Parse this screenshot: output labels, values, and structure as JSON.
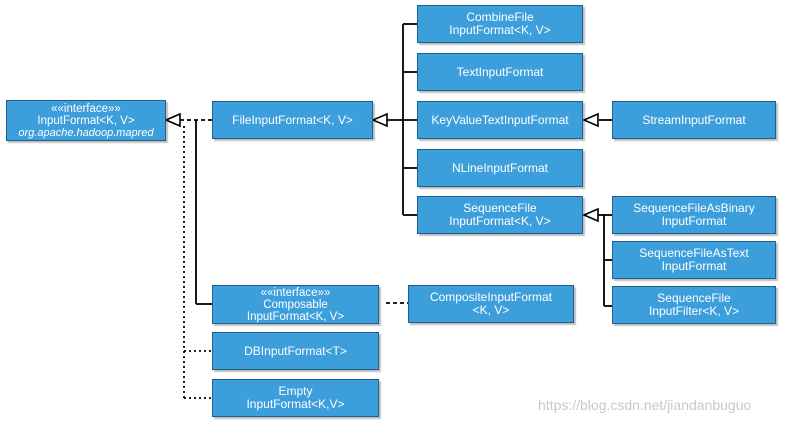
{
  "diagram": {
    "input_format": {
      "stereotype": "««interface»»",
      "name": "InputFormat<K, V>",
      "package": "org.apache.hadoop.mapred"
    },
    "file_input_format": {
      "name": "FileInputFormat<K, V>"
    },
    "combine_file_input_format": {
      "line1": "CombineFile",
      "line2": "InputFormat<K, V>"
    },
    "text_input_format": {
      "name": "TextInputFormat"
    },
    "key_value_text_input_format": {
      "name": "KeyValueTextInputFormat"
    },
    "stream_input_format": {
      "name": "StreamInputFormat"
    },
    "nline_input_format": {
      "name": "NLineInputFormat"
    },
    "sequence_file_input_format": {
      "line1": "SequenceFile",
      "line2": "InputFormat<K, V>"
    },
    "sequence_file_as_binary_input_format": {
      "line1": "SequenceFileAsBinary",
      "line2": "InputFormat"
    },
    "sequence_file_as_text_input_format": {
      "line1": "SequenceFileAsText",
      "line2": "InputFormat"
    },
    "sequence_file_input_filter": {
      "line1": "SequenceFile",
      "line2": "InputFilter<K, V>"
    },
    "composable_input_format": {
      "stereotype": "««interface»»",
      "line1": "Composable",
      "line2": "InputFormat<K, V>"
    },
    "composite_input_format": {
      "line1": "CompositeInputFormat",
      "line2": "<K, V>"
    },
    "db_input_format": {
      "name": "DBInputFormat<T>"
    },
    "empty_input_format": {
      "line1": "Empty",
      "line2": "InputFormat<K,V>"
    }
  },
  "watermark": "https://blog.csdn.net/jiandanbuguo",
  "colors": {
    "box_fill": "#3c9fdc",
    "box_border": "#1e5f8e",
    "line": "#000000",
    "text": "#ffffff"
  }
}
